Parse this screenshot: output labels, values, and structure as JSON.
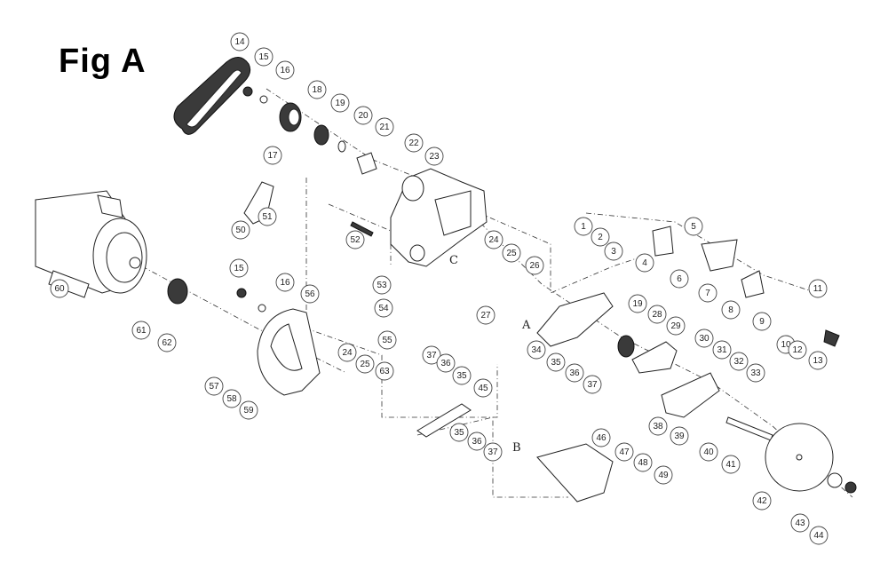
{
  "title": "Fig A",
  "section_letters": [
    "A",
    "B",
    "C"
  ],
  "callouts": [
    "14",
    "15",
    "16",
    "18",
    "19",
    "20",
    "21",
    "22",
    "23",
    "17",
    "50",
    "51",
    "52",
    "1",
    "2",
    "3",
    "5",
    "4",
    "6",
    "7",
    "8",
    "9",
    "10",
    "11",
    "12",
    "13",
    "24",
    "25",
    "26",
    "53",
    "54",
    "55",
    "27",
    "60",
    "61",
    "62",
    "15",
    "16",
    "56",
    "24",
    "25",
    "63",
    "57",
    "58",
    "59",
    "34",
    "35",
    "36",
    "37",
    "37",
    "36",
    "35",
    "45",
    "19",
    "28",
    "29",
    "30",
    "31",
    "32",
    "33",
    "38",
    "39",
    "40",
    "41",
    "42",
    "43",
    "44",
    "46",
    "47",
    "48",
    "49",
    "35",
    "36",
    "37"
  ]
}
